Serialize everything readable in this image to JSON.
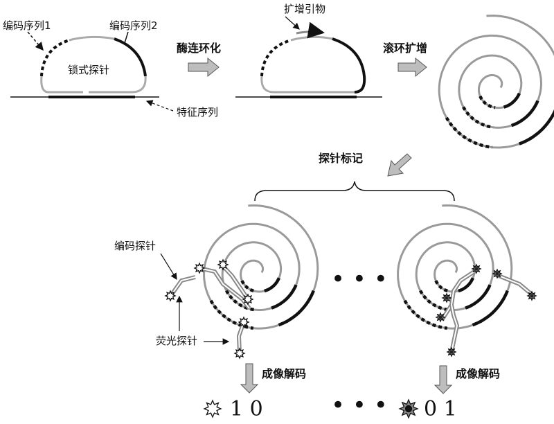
{
  "labels": {
    "coding_seq_1": "编码序列1",
    "coding_seq_2": "编码序列2",
    "padlock_probe": "锁式探针",
    "feature_seq": "特征序列",
    "ligation_circularization": "酶连环化",
    "amplification_primer": "扩增引物",
    "rolling_circle_amplification": "滚环扩增",
    "probe_labeling": "探针标记",
    "coding_probe": "编码探针",
    "fluorescent_probe": "荧光探针",
    "imaging_decode_left": "成像解码",
    "imaging_decode_right": "成像解码",
    "ellipsis_middle": "• • •",
    "ellipsis_bottom": "• • •",
    "code_left": "1 0",
    "code_right": "0 1"
  },
  "colors": {
    "dna_gray": "#a0a0a0",
    "black": "#111111",
    "arrow_fill": "#bdbdbd"
  }
}
